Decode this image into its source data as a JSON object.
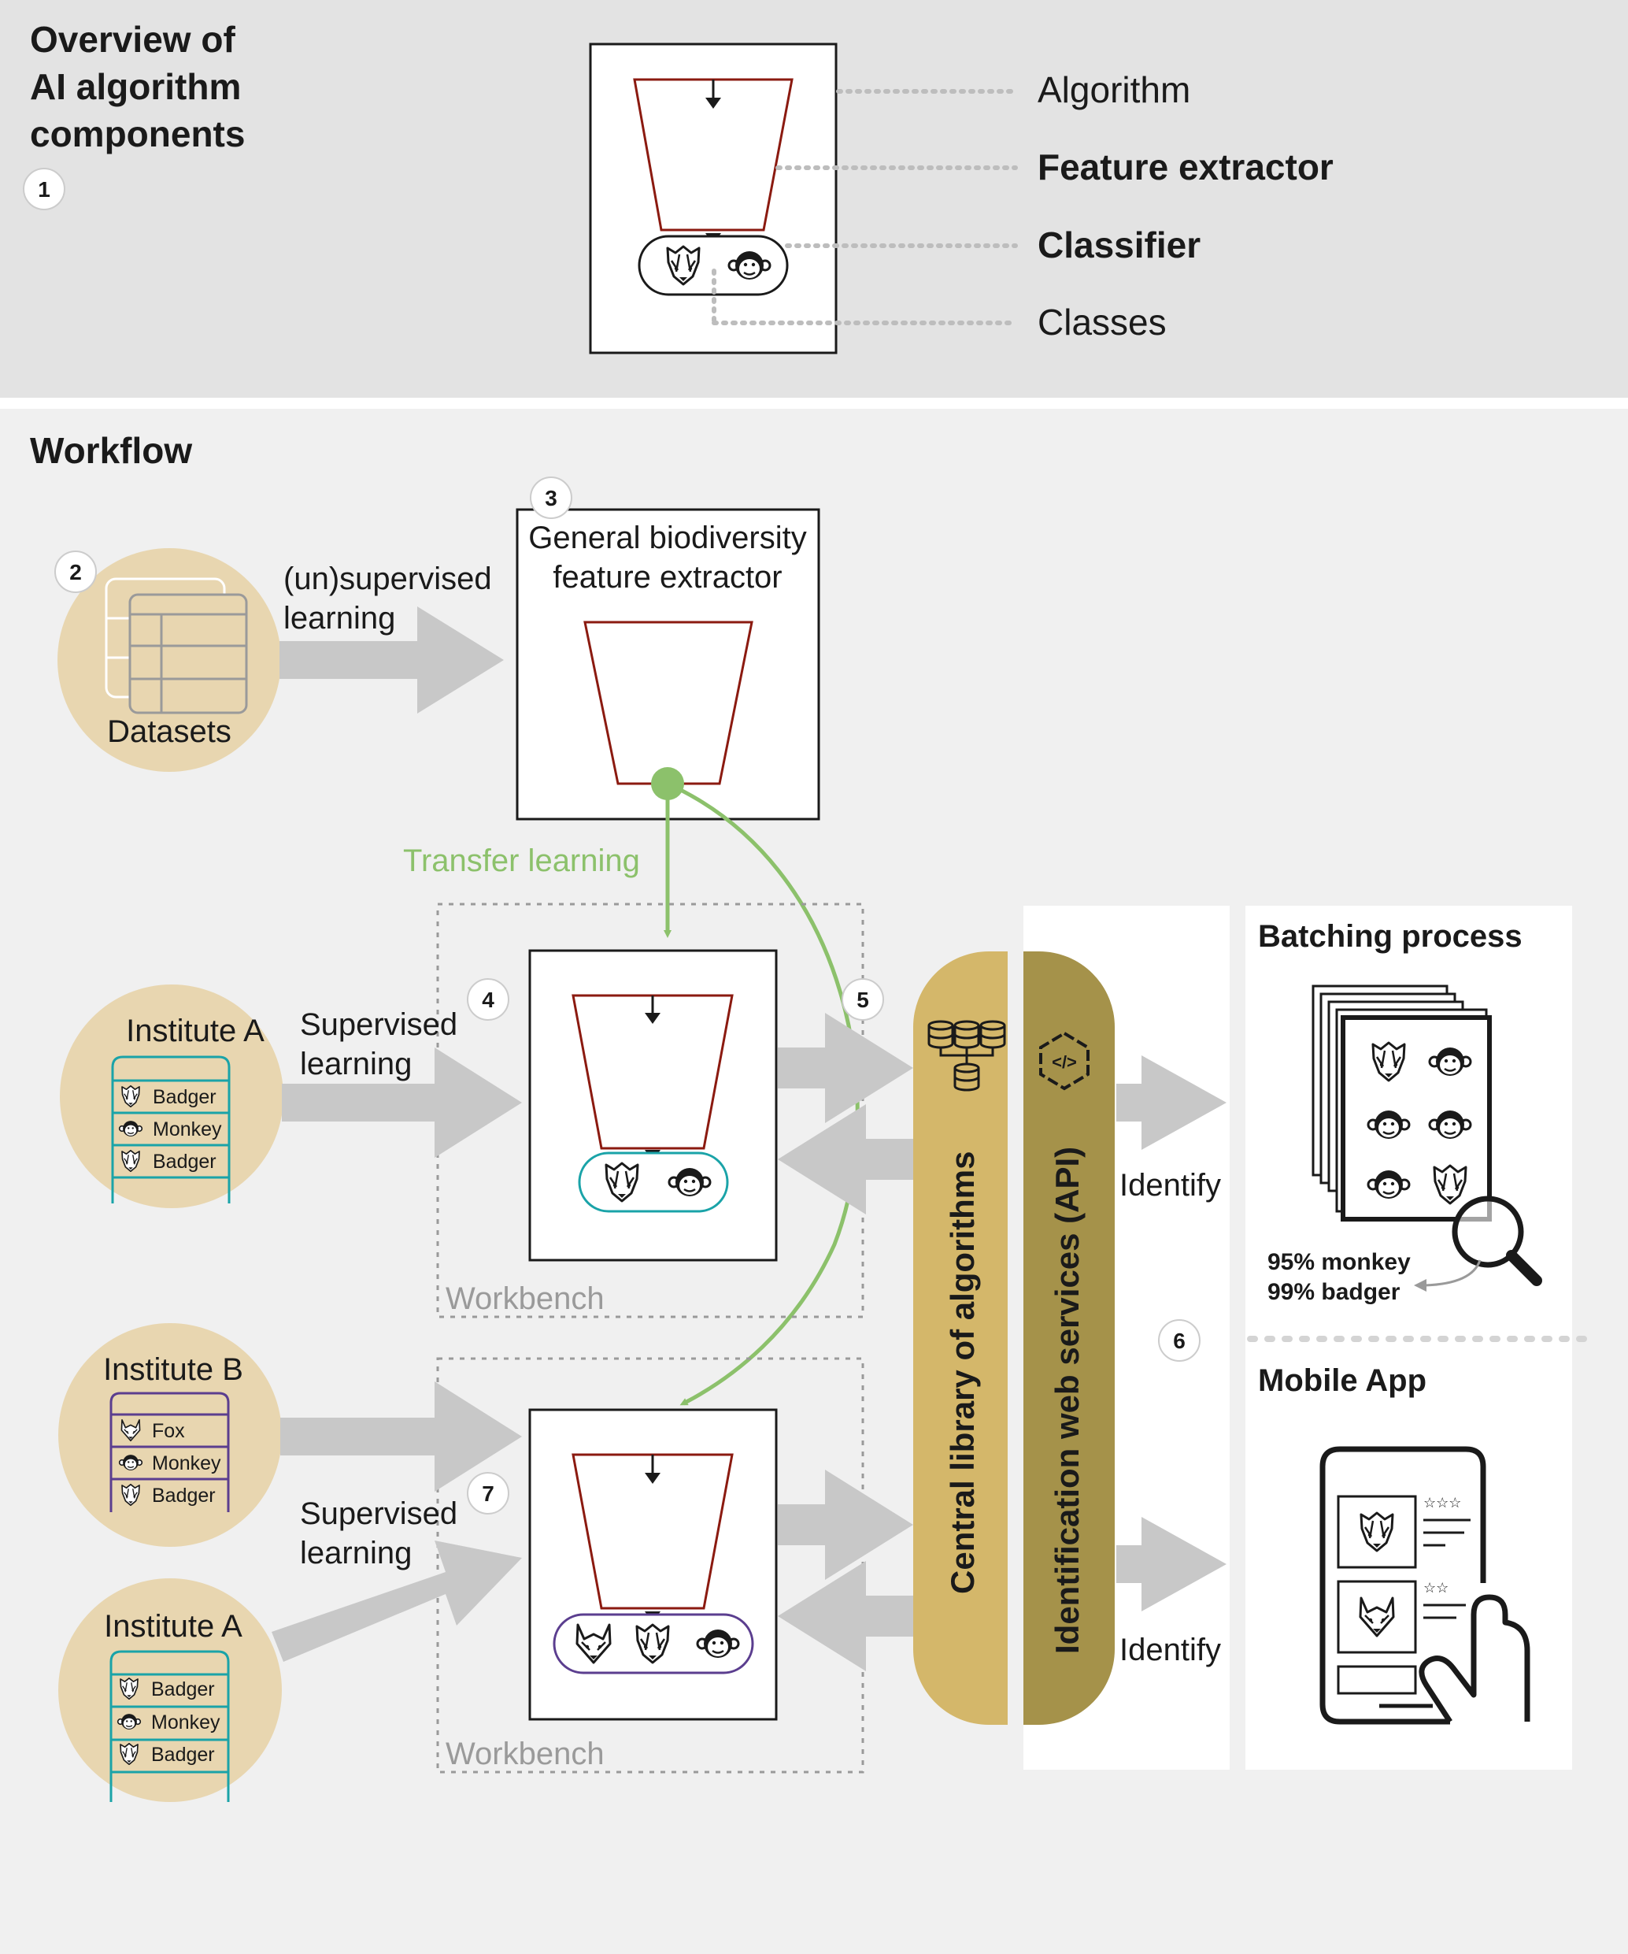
{
  "overview": {
    "title_line1": "Overview of",
    "title_line2": "AI algorithm",
    "title_line3": "components",
    "step": "1",
    "labels": {
      "algorithm": "Algorithm",
      "feature_extractor": "Feature extractor",
      "classifier": "Classifier",
      "classes": "Classes"
    }
  },
  "workflow": {
    "title": "Workflow",
    "datasets": {
      "step": "2",
      "label": "Datasets"
    },
    "unsupervised_line1": "(un)supervised",
    "unsupervised_line2": "learning",
    "general_extractor": {
      "step": "3",
      "line1": "General biodiversity",
      "line2": "feature extractor"
    },
    "transfer_learning": "Transfer learning",
    "institute_a_top": {
      "name": "Institute A",
      "items": [
        "Badger",
        "Monkey",
        "Badger"
      ]
    },
    "institute_b": {
      "name": "Institute B",
      "items": [
        "Fox",
        "Monkey",
        "Badger"
      ]
    },
    "institute_a_bottom": {
      "name": "Institute A",
      "items": [
        "Badger",
        "Monkey",
        "Badger"
      ]
    },
    "supervised_top_line1": "Supervised",
    "supervised_top_line2": "learning",
    "supervised_bottom_line1": "Supervised",
    "supervised_bottom_line2": "learning",
    "step4": "4",
    "step5": "5",
    "step6": "6",
    "step7": "7",
    "workbench_top": "Workbench",
    "workbench_bottom": "Workbench",
    "central_library": "Central library of algorithms",
    "web_services": "Identification web services (API)",
    "identify_top": "Identify",
    "identify_bottom": "Identify",
    "batching": {
      "title": "Batching process",
      "result1": "95% monkey",
      "result2": "99% badger"
    },
    "mobile_app": {
      "title": "Mobile App"
    }
  },
  "colors": {
    "extractor": "#8b1a10",
    "classifier_teal": "#1aa3a8",
    "classifier_purple": "#5b3e8f",
    "transfer_green": "#8cc16b",
    "library_gold": "#d4b76a",
    "api_olive": "#a5924a",
    "dataset_circle": "#e8d6b0",
    "arrow_gray": "#c8c8c8"
  }
}
